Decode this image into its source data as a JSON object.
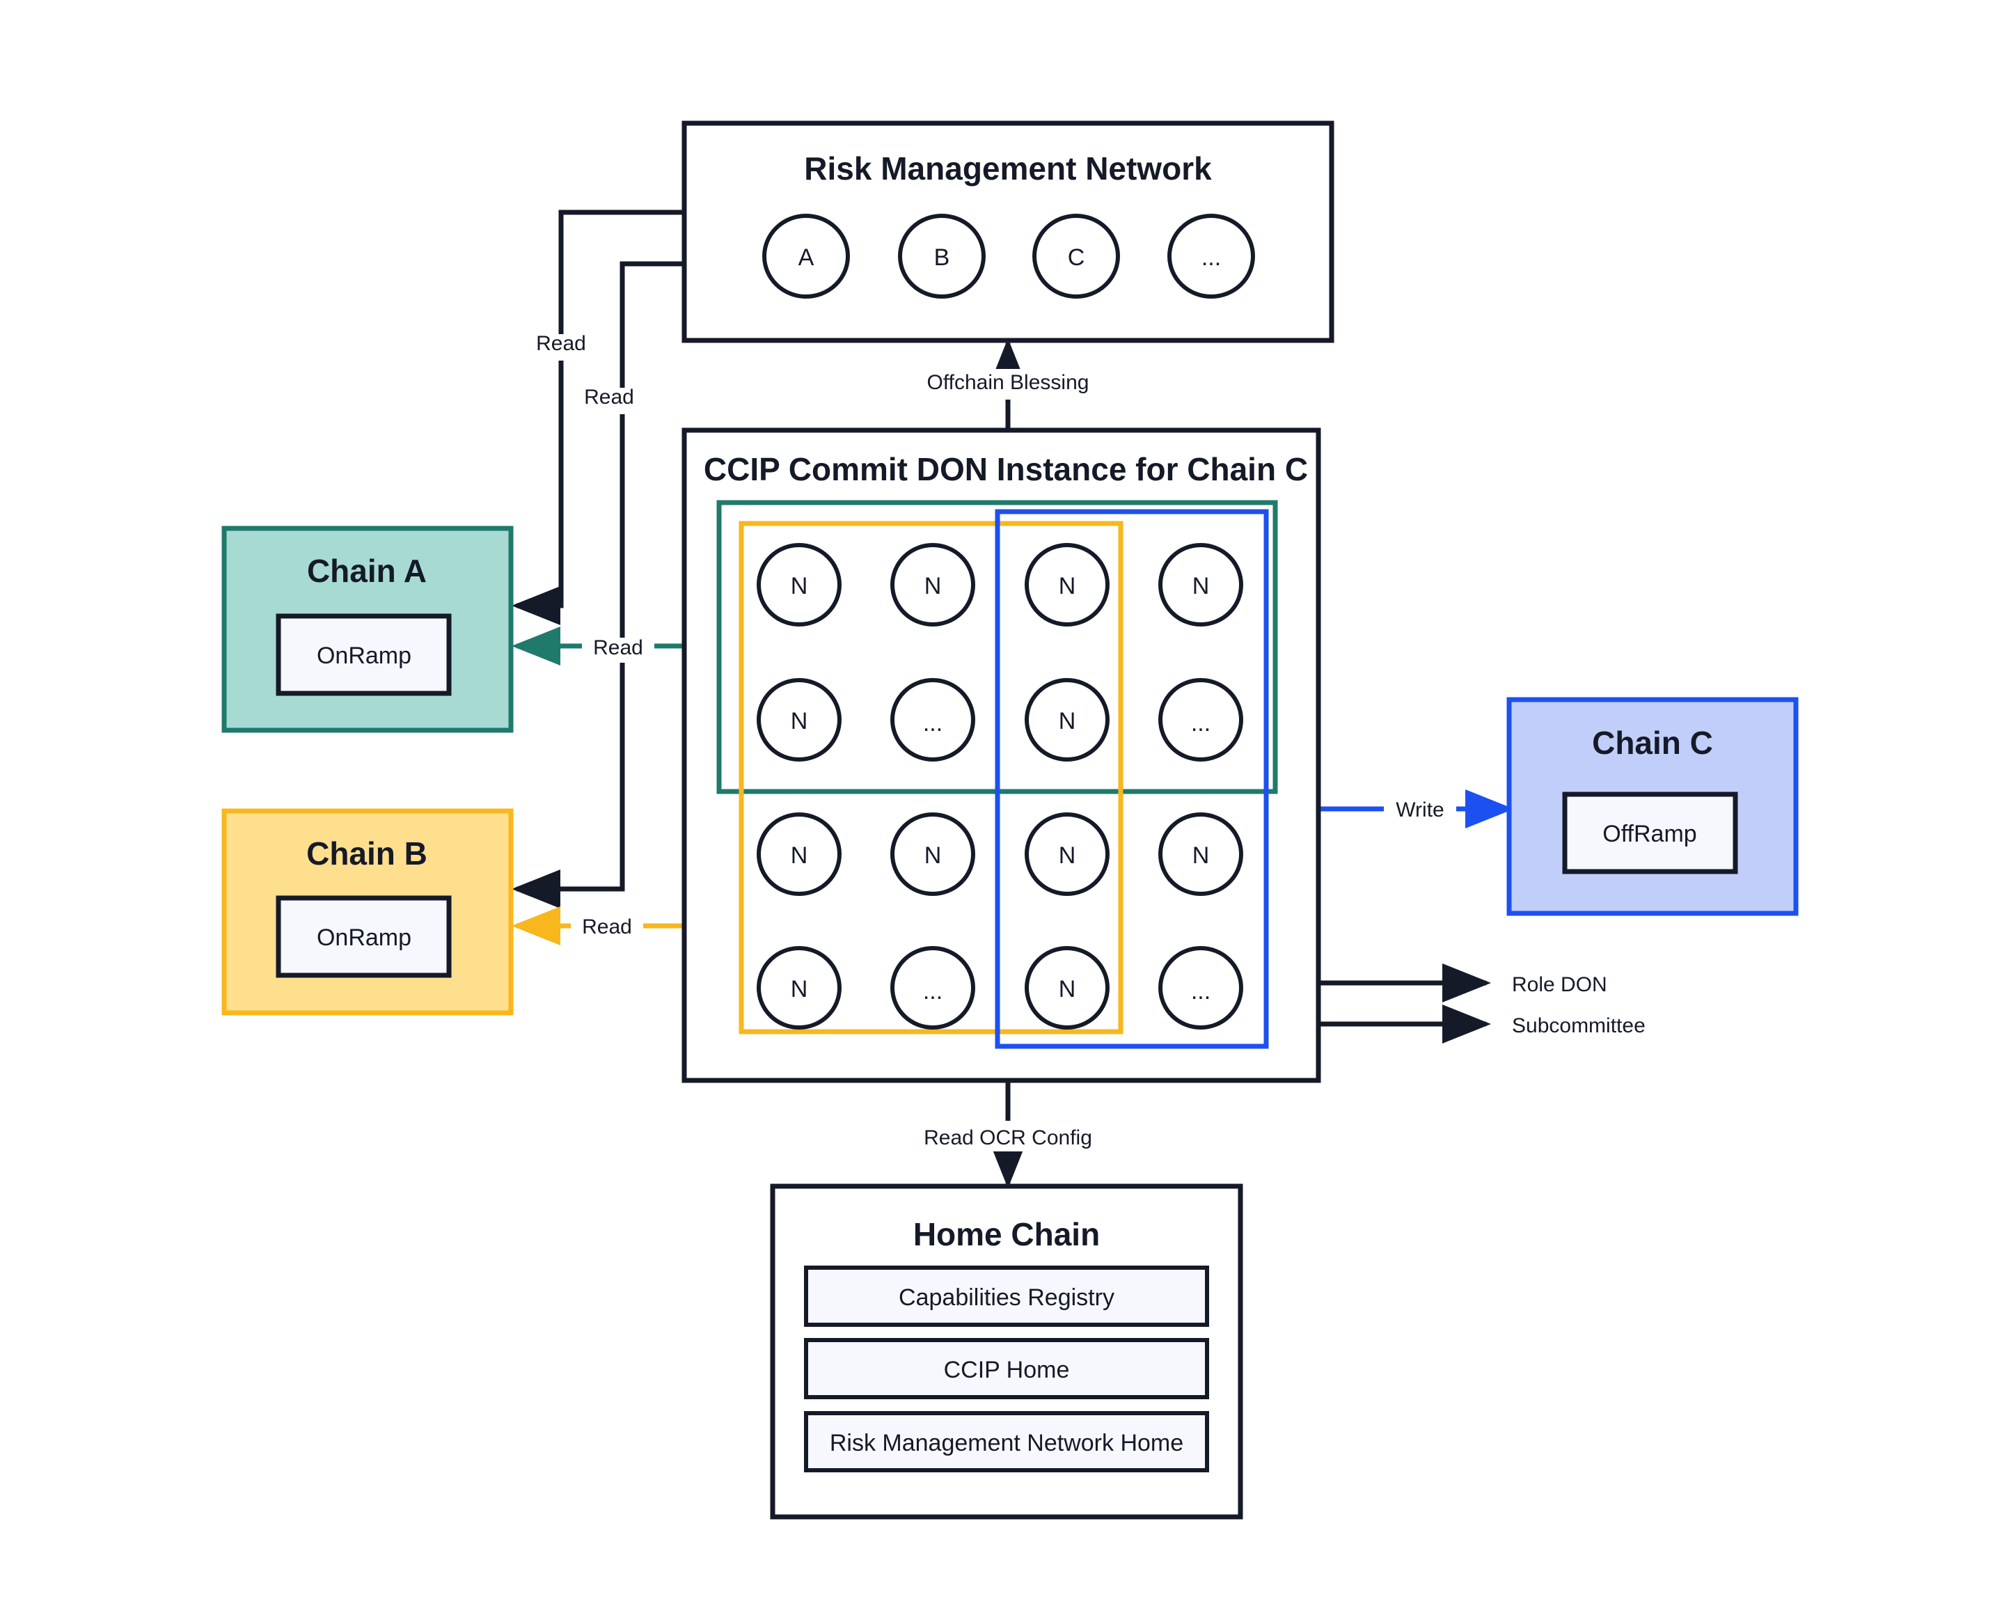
{
  "diagram": {
    "title_implied": "CCIP Commit DON architecture",
    "risk_management_network": {
      "title": "Risk Management Network",
      "nodes": [
        "A",
        "B",
        "C",
        "..."
      ]
    },
    "ccip_commit_don": {
      "title": "CCIP Commit DON Instance for Chain C",
      "node_label": "N",
      "ellipsis_label": "...",
      "grid": [
        [
          "N",
          "N",
          "N",
          "N"
        ],
        [
          "N",
          "...",
          "N",
          "..."
        ],
        [
          "N",
          "N",
          "N",
          "N"
        ],
        [
          "N",
          "...",
          "N",
          "..."
        ]
      ]
    },
    "chain_a": {
      "title": "Chain A",
      "component": "OnRamp",
      "fill": "#a7dad3",
      "border": "#1f7a6c"
    },
    "chain_b": {
      "title": "Chain B",
      "component": "OnRamp",
      "fill": "#fddf8e",
      "border": "#f7b71d"
    },
    "chain_c": {
      "title": "Chain C",
      "component": "OffRamp",
      "fill": "#c2cefa",
      "border": "#1c50f0"
    },
    "home_chain": {
      "title": "Home Chain",
      "components": [
        "Capabilities Registry",
        "CCIP Home",
        "Risk Management Network Home"
      ]
    },
    "edges": {
      "offchain_blessing": "Offchain Blessing",
      "read_chain_a_black": "Read",
      "read_chain_b_black": "Read",
      "read_chain_a_teal": "Read",
      "read_chain_b_yellow": "Read",
      "write_chain_c": "Write",
      "read_ocr_config": "Read OCR Config"
    },
    "legend": {
      "role_don": "Role DON",
      "subcommittee": "Subcommittee"
    },
    "colors": {
      "dark": "#151a28",
      "teal": "#1f7a6c",
      "yellow": "#f7b71d",
      "blue": "#1c50f0",
      "panel_fill": "#f7f8fd",
      "background": "#ffffff"
    }
  }
}
